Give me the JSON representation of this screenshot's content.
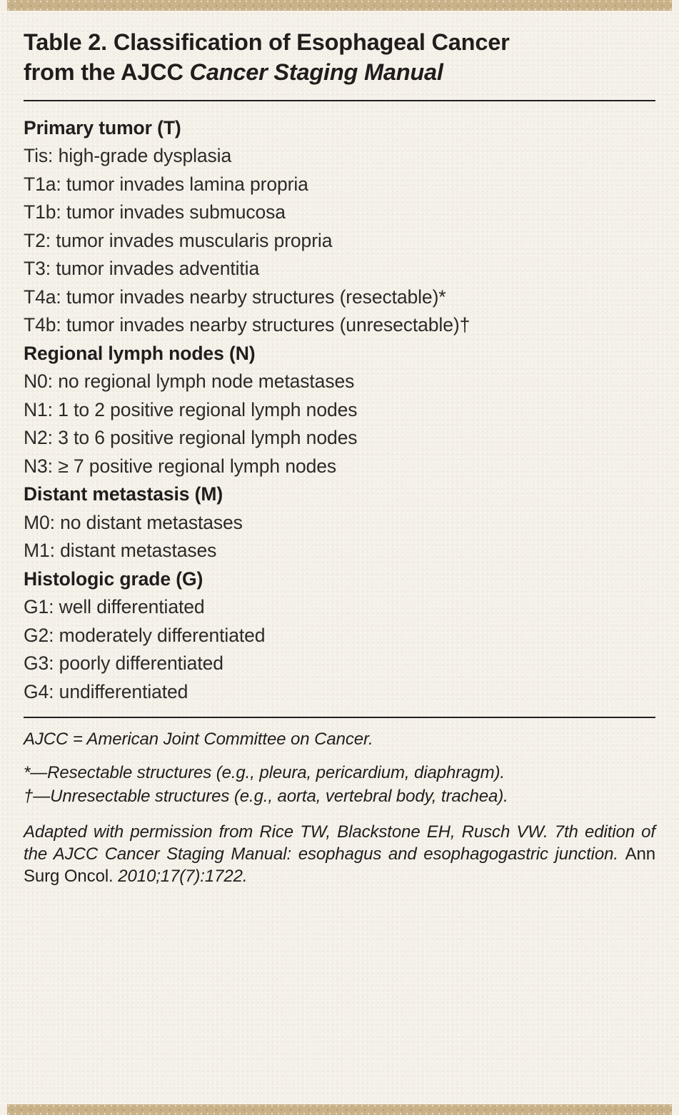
{
  "document": {
    "title_line1": "Table 2. Classification of Esophageal Cancer",
    "title_line2_prefix": "from the AJCC ",
    "title_line2_italic": "Cancer Staging Manual"
  },
  "colors": {
    "paper": "#f4f0e8",
    "accent_bar": "#c9b188",
    "rule": "#231f20",
    "heading_text": "#201d1c",
    "body_text": "#2c2927"
  },
  "sections": [
    {
      "heading": "Primary tumor (T)",
      "rows": [
        "Tis: high-grade dysplasia",
        "T1a: tumor invades lamina propria",
        "T1b: tumor invades submucosa",
        "T2: tumor invades muscularis propria",
        "T3: tumor invades adventitia",
        "T4a: tumor invades nearby structures (resectable)*",
        "T4b: tumor invades nearby structures (unresectable)†"
      ]
    },
    {
      "heading": "Regional lymph nodes (N)",
      "rows": [
        "N0: no regional lymph node metastases",
        "N1: 1 to 2 positive regional lymph nodes",
        "N2: 3 to 6 positive regional lymph nodes",
        "N3: ≥ 7 positive regional lymph nodes"
      ]
    },
    {
      "heading": "Distant metastasis (M)",
      "rows": [
        "M0: no distant metastases",
        "M1: distant metastases"
      ]
    },
    {
      "heading": "Histologic grade (G)",
      "rows": [
        "G1: well differentiated",
        "G2: moderately differentiated",
        "G3: poorly differentiated",
        "G4: undifferentiated"
      ]
    }
  ],
  "footnotes": {
    "abbreviation": "AJCC = American Joint Committee on Cancer.",
    "symbol_notes": [
      "*—Resectable structures (e.g., pleura, pericardium, diaphragm).",
      "†—Unresectable structures (e.g., aorta, vertebral body, trachea)."
    ],
    "source_italic_1": "Adapted with permission from Rice TW, Blackstone EH, Rusch VW. 7th edition of the AJCC Cancer Staging Manual: esophagus and esophagogastric junction. ",
    "source_roman": "Ann Surg Oncol.",
    "source_italic_2": " 2010;17(7):1722."
  }
}
